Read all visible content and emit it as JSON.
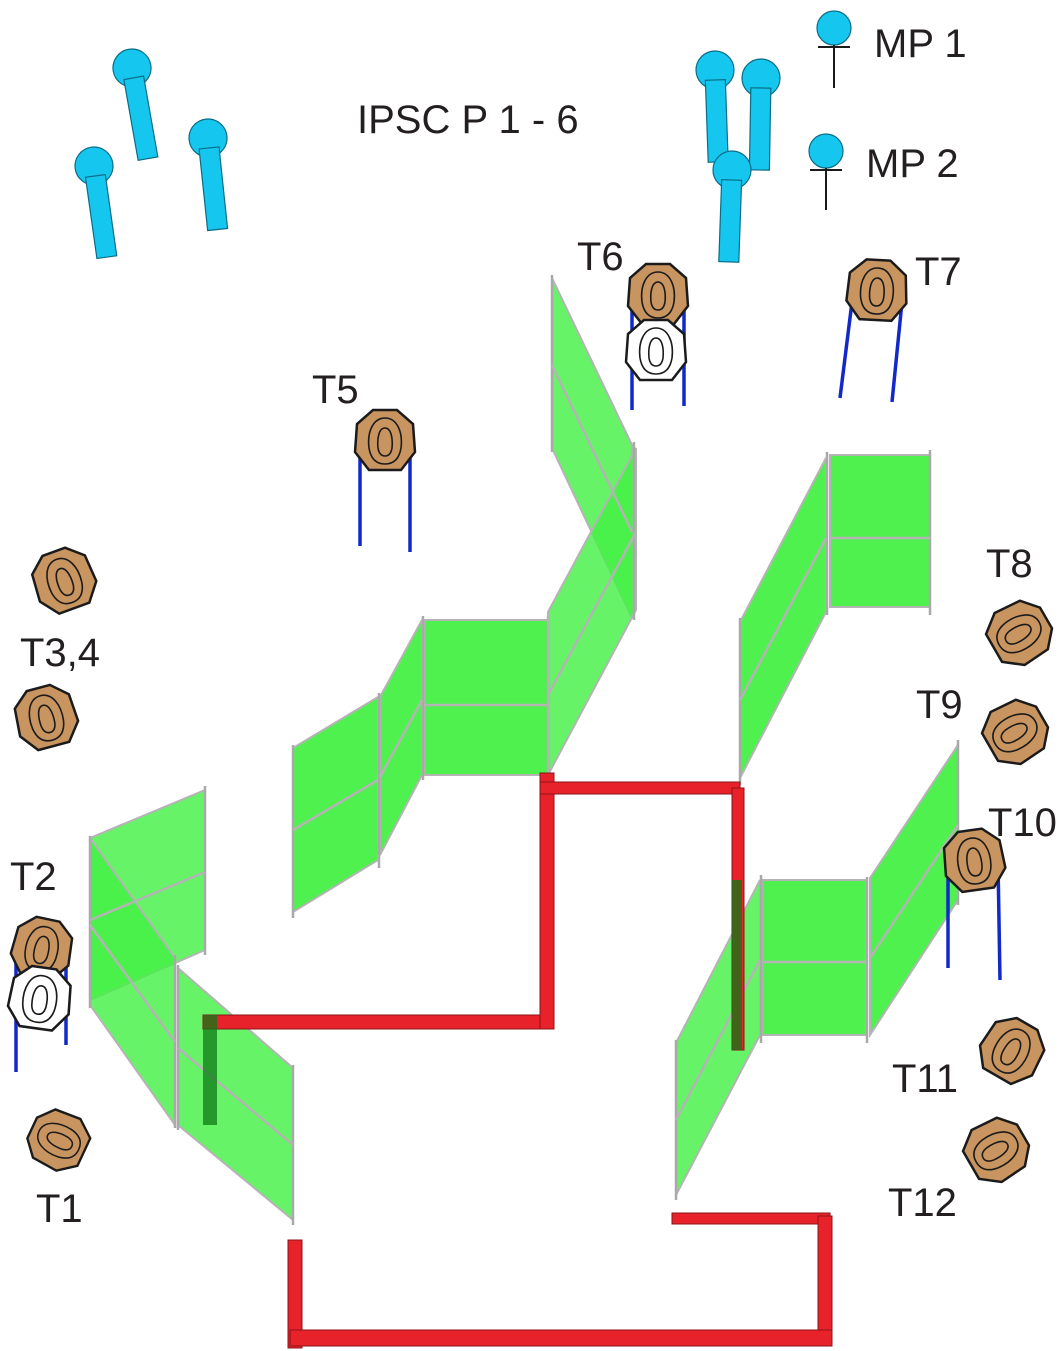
{
  "stage": {
    "title": "IPSC P 1 - 6",
    "legend": {
      "mp1": "MP 1",
      "mp2": "MP 2"
    },
    "targets": {
      "t1": "T1",
      "t2": "T2",
      "t34": "T3,4",
      "t5": "T5",
      "t6": "T6",
      "t7": "T7",
      "t8": "T8",
      "t9": "T9",
      "t10": "T10",
      "t11": "T11",
      "t12": "T12"
    }
  },
  "colors": {
    "wall": "#46f046",
    "fault_line": "#e8222a",
    "paper_target": "#c89460",
    "no_shoot": "#ffffff",
    "popper": "#15c7ee",
    "stand_legs": "#1328c8"
  }
}
